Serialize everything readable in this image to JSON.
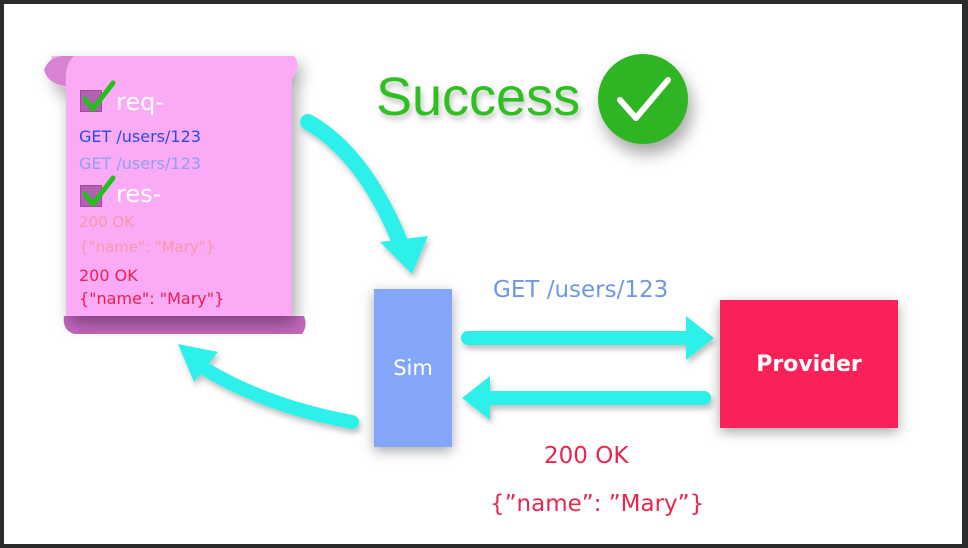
{
  "scroll": {
    "req_label": "req-",
    "req_line_1": "GET /users/123",
    "req_line_2": "GET /users/123",
    "res_label": "res-",
    "res_status_faded": "200 OK",
    "res_body_faded": "{\"name\": \"Mary\"}",
    "res_status": "200 OK",
    "res_body": "{\"name\": \"Mary\"}"
  },
  "success": {
    "label": "Success"
  },
  "sim": {
    "label": "Sim"
  },
  "provider": {
    "label": "Provider"
  },
  "flow": {
    "request": "GET /users/123",
    "response_status": "200 OK",
    "response_body": "{”name”: ”Mary”}"
  },
  "colors": {
    "scroll_pink": "#fbaaf5",
    "arrow_cyan": "#2ef0ea",
    "success_green": "#2ebf21",
    "sim_blue": "#84a6f8",
    "provider_red": "#fa2159"
  }
}
